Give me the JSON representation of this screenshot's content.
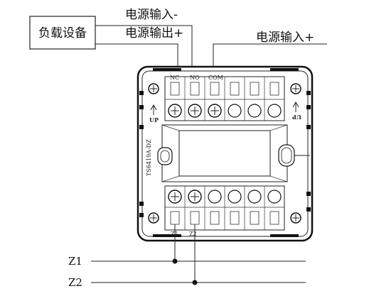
{
  "labels": {
    "load_device": "负载设备",
    "power_in_neg": "电源输入-",
    "power_out_pos": "电源输出+",
    "power_in_pos": "电源输入+",
    "nc": "NC",
    "no": "NO",
    "com": "COM",
    "z1_small": "Z1",
    "z2_small": "Z2",
    "up_left": "UP",
    "up_right": "UP",
    "model": "TS6419A-DZ",
    "bus_z1": "Z1",
    "bus_z2": "Z2"
  },
  "icons": {
    "up_arrow": "up-arrow-icon",
    "screw": "screw-terminal-icon",
    "mount_hole": "mounting-hole-icon"
  }
}
